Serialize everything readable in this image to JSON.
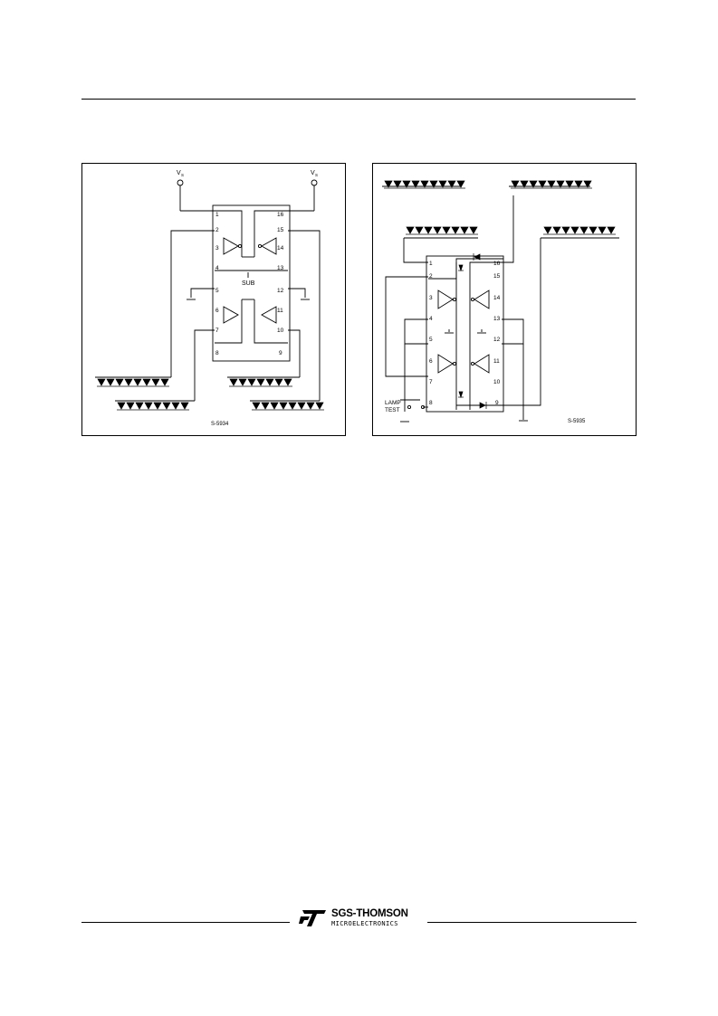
{
  "figure_left": {
    "supply_label": "V",
    "supply_sub": "S",
    "pins_left": [
      "1",
      "2",
      "3",
      "4",
      "5",
      "6",
      "7",
      "8"
    ],
    "pins_right": [
      "16",
      "15",
      "14",
      "13",
      "12",
      "11",
      "10",
      "9"
    ],
    "substrate_label": "SUB",
    "figure_code": "S-5934"
  },
  "figure_right": {
    "pins_left": [
      "1",
      "2",
      "3",
      "4",
      "5",
      "6",
      "7",
      "8"
    ],
    "pins_right": [
      "16",
      "15",
      "14",
      "13",
      "12",
      "11",
      "10",
      "9"
    ],
    "lamp_test_line1": "LAMP",
    "lamp_test_line2": "TEST",
    "figure_code": "S-5935"
  },
  "footer": {
    "brand_name": "SGS-THOMSON",
    "brand_sub": "MICROELECTRONICS",
    "logo_icon": "st-logo-icon"
  }
}
